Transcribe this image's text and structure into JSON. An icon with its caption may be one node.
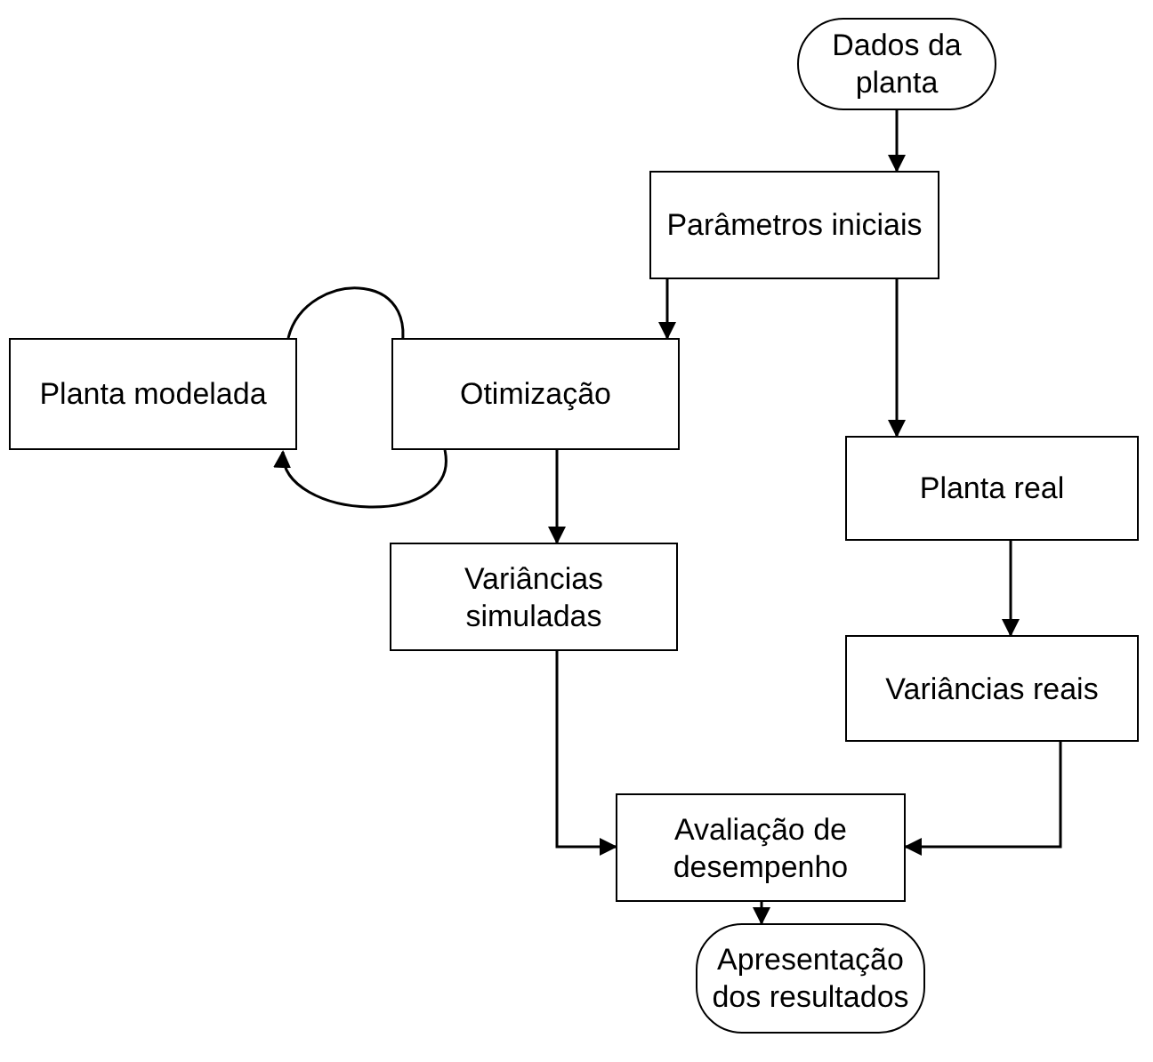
{
  "diagram": {
    "nodes": [
      {
        "text": [
          "Dados da planta"
        ]
      },
      {
        "text": [
          "Parâmetros iniciais"
        ]
      },
      {
        "text": [
          "Planta modelada"
        ]
      },
      {
        "text": [
          "Otimização"
        ]
      },
      {
        "text": [
          "Planta real"
        ]
      },
      {
        "text": [
          "Variâncias simuladas"
        ]
      },
      {
        "text": [
          "Variâncias reais"
        ]
      },
      {
        "text": [
          "Avaliação de desempenho"
        ]
      },
      {
        "text": [
          "Apresentação dos resultados"
        ]
      }
    ],
    "edges": [
      {
        "from": 0,
        "to": 1,
        "arrow": "to"
      },
      {
        "from": 1,
        "to": 3,
        "arrow": "to"
      },
      {
        "from": 1,
        "to": 4,
        "arrow": "to"
      },
      {
        "from": 2,
        "to": 3,
        "arrow": "to"
      },
      {
        "from": 3,
        "to": 2,
        "arrow": "to"
      },
      {
        "from": 3,
        "to": 5,
        "arrow": "to"
      },
      {
        "from": 4,
        "to": 6,
        "arrow": "to"
      },
      {
        "from": 5,
        "to": 7,
        "arrow": "to"
      },
      {
        "from": 6,
        "to": 7,
        "arrow": "to"
      },
      {
        "from": 7,
        "to": 8,
        "arrow": "to"
      }
    ]
  }
}
